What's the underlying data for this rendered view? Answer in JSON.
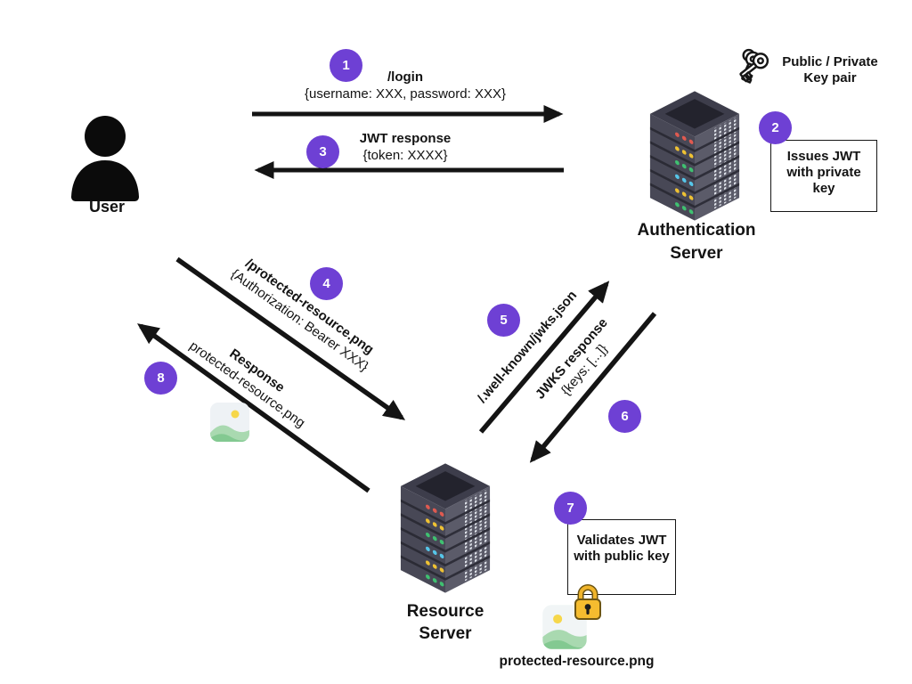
{
  "colors": {
    "accent": "#6e40d4",
    "arrow": "#141414"
  },
  "user": {
    "label": "User"
  },
  "auth_server": {
    "label": [
      "Authentication",
      "Server"
    ]
  },
  "resource_server": {
    "label": [
      "Resource",
      "Server"
    ]
  },
  "key_pair": {
    "label": [
      "Public / Private",
      "Key pair"
    ]
  },
  "protected_resource_label": "protected-resource.png",
  "steps": {
    "1": {
      "number": "1",
      "title": "/login",
      "subtitle": "{username: XXX, password: XXX}"
    },
    "2": {
      "number": "2",
      "note": [
        "Issues JWT",
        "with private",
        "key"
      ]
    },
    "3": {
      "number": "3",
      "title": "JWT response",
      "subtitle": "{token: XXXX}"
    },
    "4": {
      "number": "4",
      "title": "/protected-resource.png",
      "subtitle": "{Authorization: Bearer XXX}"
    },
    "5": {
      "number": "5",
      "title": "/.well-known/jwks.json"
    },
    "6": {
      "number": "6",
      "title": "JWKS response",
      "subtitle": "{keys: [...]}"
    },
    "7": {
      "number": "7",
      "note": [
        "Validates JWT",
        "with public key"
      ]
    },
    "8": {
      "number": "8",
      "title": "Response",
      "subtitle": "protected-resource.png"
    }
  }
}
